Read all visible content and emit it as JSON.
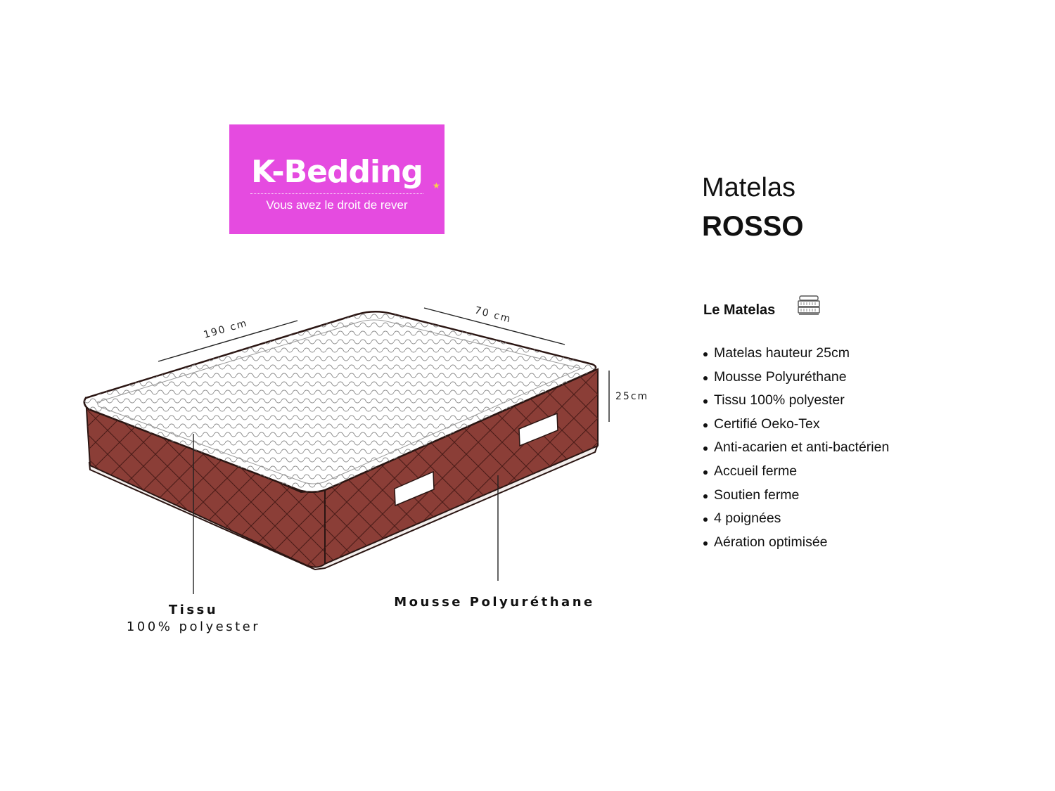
{
  "logo": {
    "brand": "K-Bedding",
    "tagline": "Vous avez le droit de rever",
    "background_color": "#e54be0"
  },
  "illustration": {
    "dimensions": {
      "length": "190 cm",
      "width": "70 cm",
      "height": "25cm"
    },
    "callouts": {
      "fabric_title": "Tissu",
      "fabric_detail": "100% polyester",
      "foam_title": "Mousse Polyuréthane"
    },
    "colors": {
      "side_fabric": "#8b3e37",
      "top_fabric": "#ffffff",
      "outline": "#2a1512"
    }
  },
  "product": {
    "line1": "Matelas",
    "line2": "ROSSO"
  },
  "section": {
    "title": "Le Matelas",
    "icon": "mattress-icon"
  },
  "features": [
    "Matelas hauteur 25cm",
    "Mousse Polyuréthane",
    "Tissu 100% polyester",
    "Certifié Oeko-Tex",
    "Anti-acarien et anti-bactérien",
    "Accueil ferme",
    "Soutien ferme",
    "4 poignées",
    "Aération optimisée"
  ]
}
